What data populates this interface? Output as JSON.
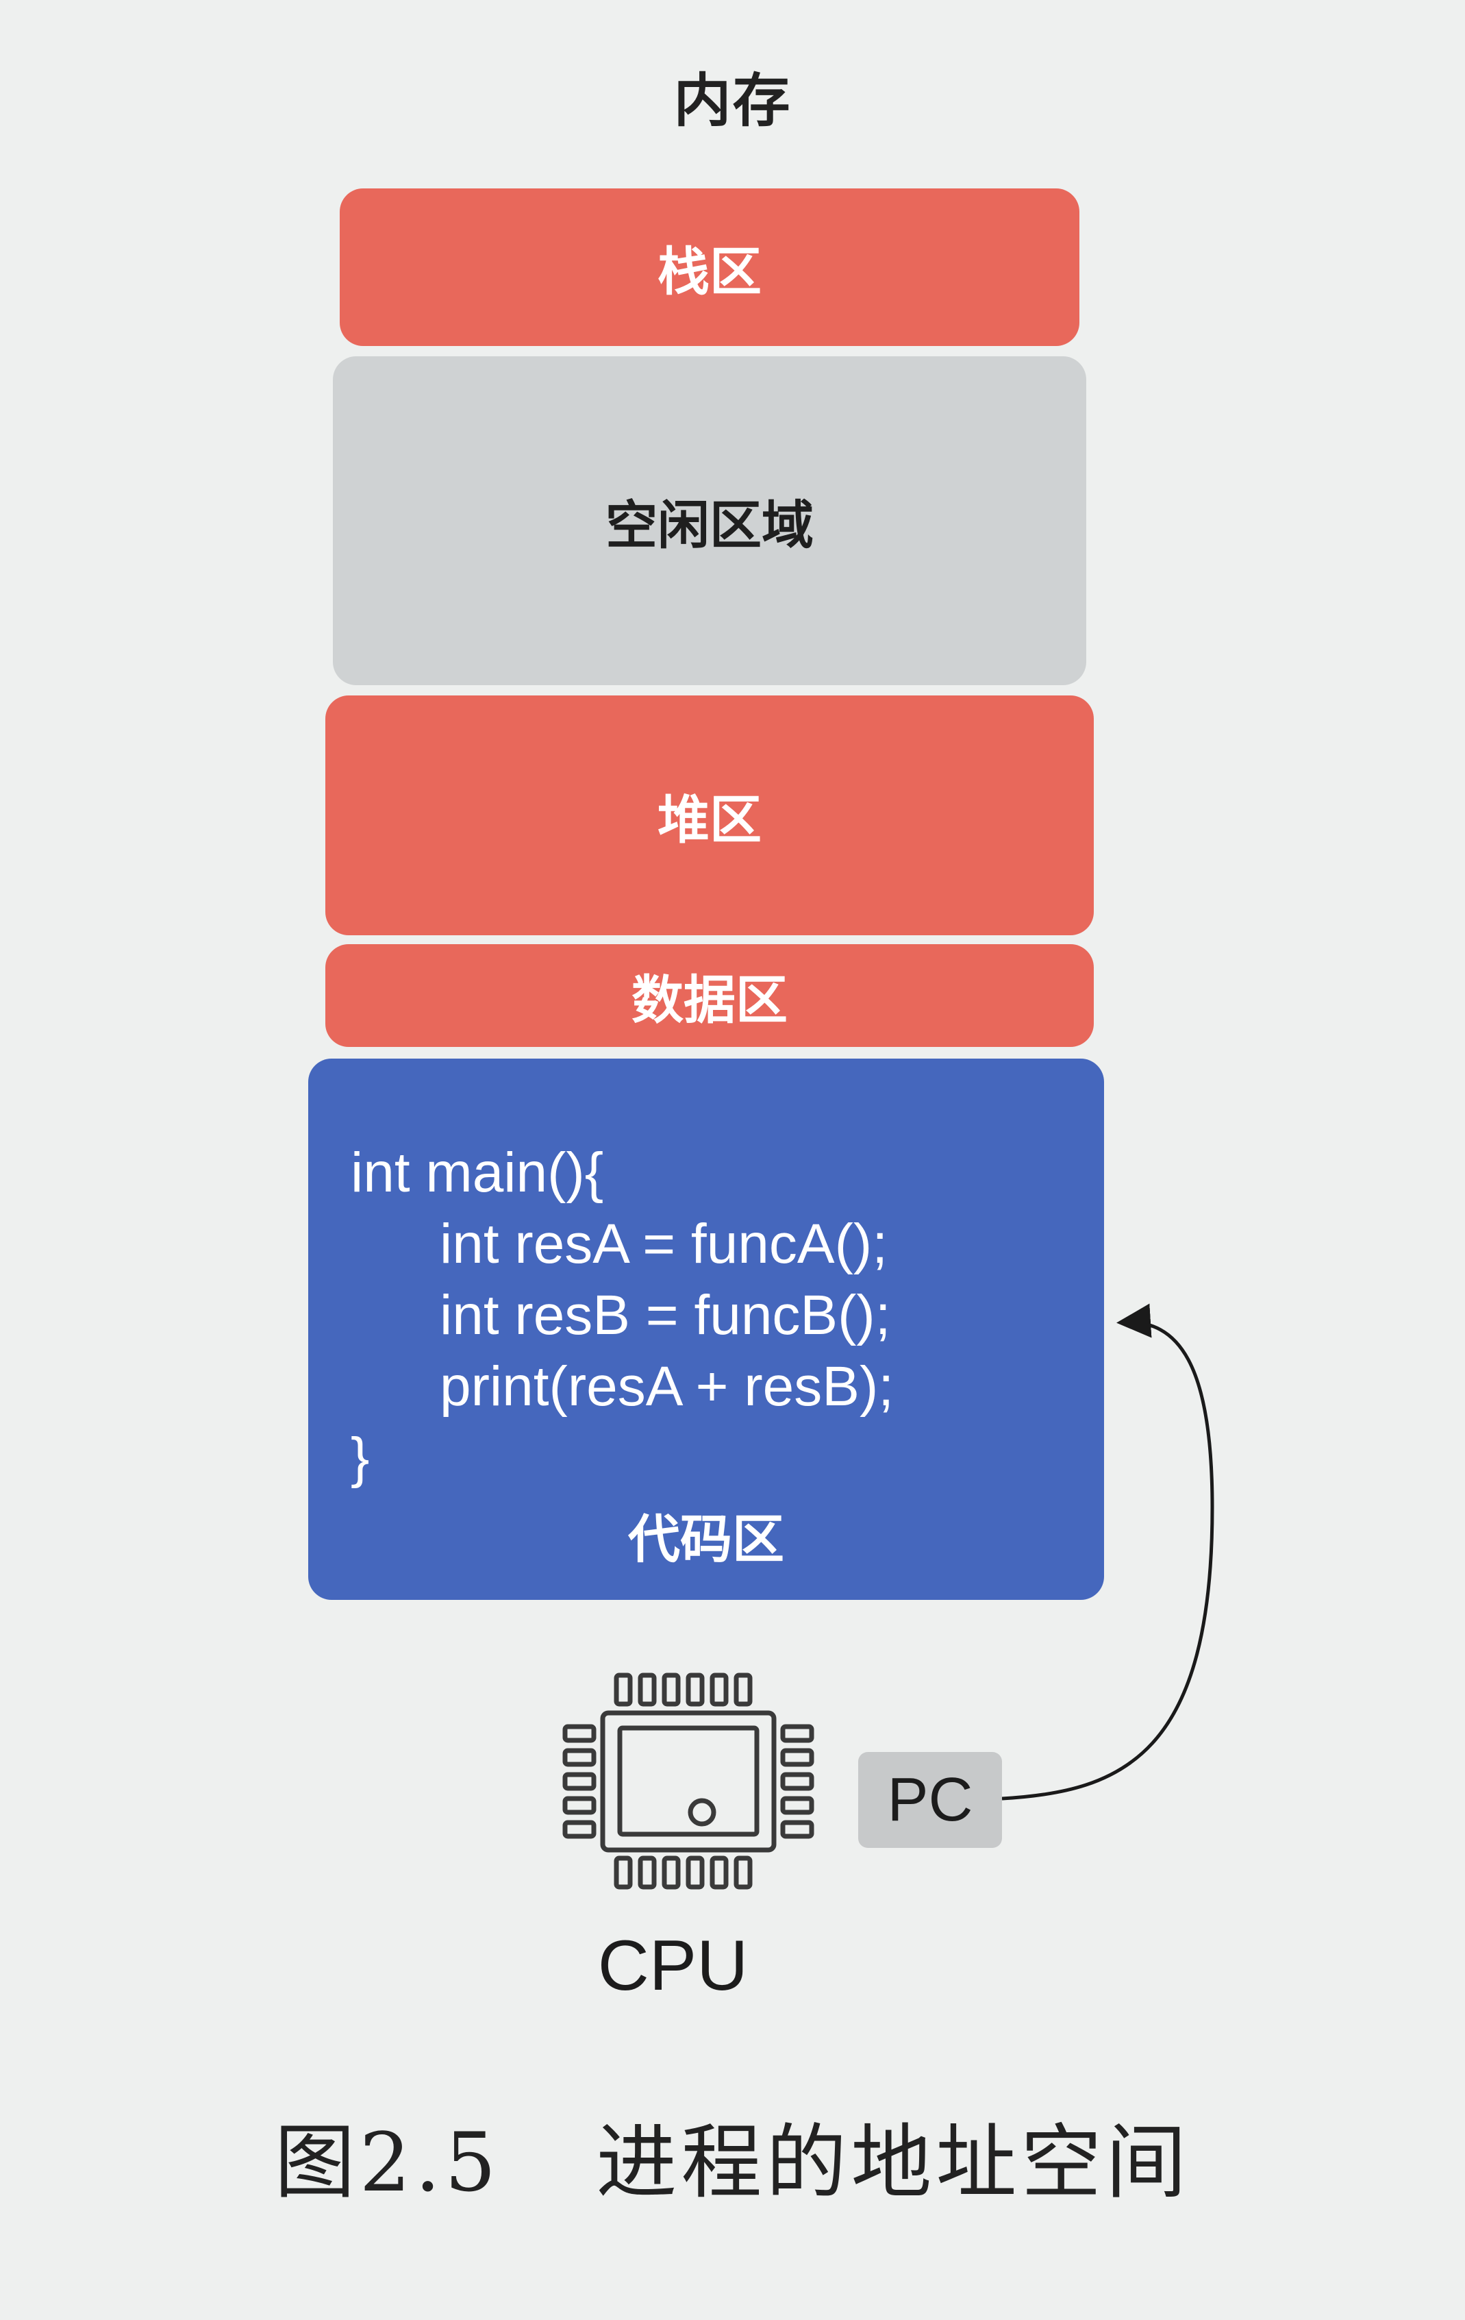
{
  "memory_title": "内存",
  "segments": {
    "stack": "栈区",
    "free": "空闲区域",
    "heap": "堆区",
    "data": "数据区",
    "code": "代码区"
  },
  "code_lines": [
    "int main(){",
    "int resA = funcA();",
    "int resB = funcB();",
    "print(resA + resB);",
    "}"
  ],
  "pc_label": "PC",
  "cpu_label": "CPU",
  "caption": {
    "figure": "图2.5",
    "title": "进程的地址空间"
  },
  "colors": {
    "segment_red": "#e8685b",
    "free_gray": "#cfd2d3",
    "code_blue": "#4567bd",
    "pc_gray": "#c7c9ca"
  },
  "icons": [
    "cpu-chip-icon",
    "arrow-pc-to-code"
  ]
}
